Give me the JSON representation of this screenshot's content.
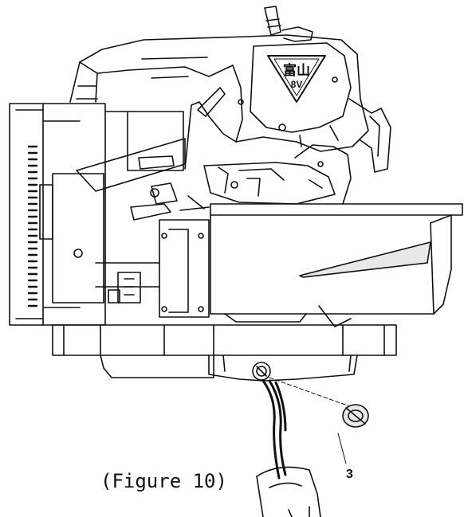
{
  "figure": {
    "caption": "(Figure 10)",
    "callout_number": "3",
    "logo_text": "富山",
    "logo_model": "8V"
  },
  "colors": {
    "line": "#111111",
    "background": "#ffffff",
    "shade": "#e8e8e8"
  }
}
